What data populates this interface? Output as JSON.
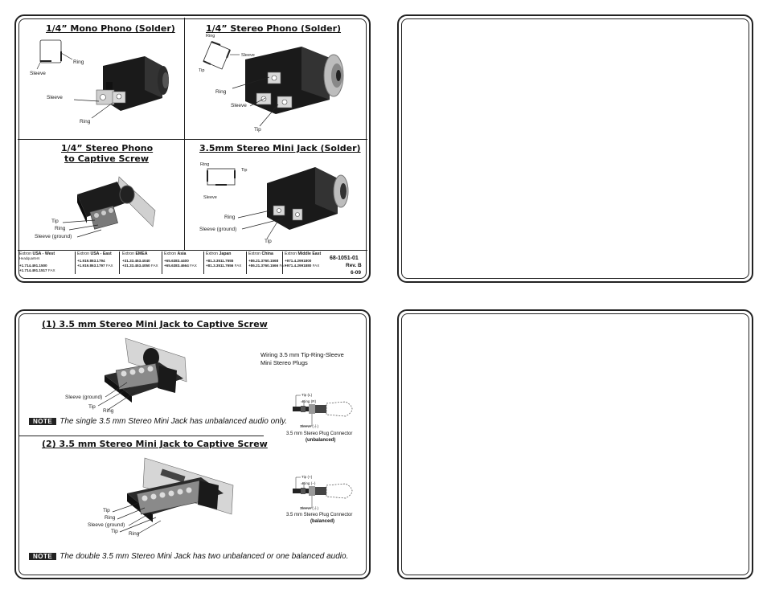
{
  "panel1": {
    "mono": {
      "title": "1/4” Mono Phono (Solder)",
      "diag_ring": "Ring",
      "diag_sleeve": "Sleeve",
      "sleeve": "Sleeve",
      "ring": "Ring"
    },
    "stereo": {
      "title": "1/4” Stereo Phono (Solder)",
      "diag_ring": "Ring",
      "diag_sleeve": "Sleeve",
      "diag_tip": "Tip",
      "ring": "Ring",
      "sleeve": "Sleeve",
      "tip": "Tip"
    },
    "captive": {
      "title_line1": "1/4” Stereo Phono",
      "title_line2": "to Captive Screw",
      "tip": "Tip",
      "ring": "Ring",
      "sleeve_ground": "Sleeve (ground)"
    },
    "mini": {
      "title": "3.5mm Stereo Mini Jack (Solder)",
      "diag_ring": "Ring",
      "diag_tip": "Tip",
      "diag_sleeve": "Sleeve",
      "ring": "Ring",
      "sleeve_ground": "Sleeve (ground)",
      "tip": "Tip"
    },
    "footer": {
      "offices": [
        {
          "brand": "Extron",
          "region": "USA - West",
          "sub": "Headquarters",
          "phone": "+1.714.491.1500",
          "fax": "+1.714.491.1517",
          "fax_label": "FAX"
        },
        {
          "brand": "Extron",
          "region": "USA - East",
          "sub": "",
          "phone": "+1.919.863.1794",
          "fax": "+1.919.863.1797",
          "fax_label": "FAX"
        },
        {
          "brand": "Extron",
          "region": "EMEA",
          "sub": "",
          "phone": "+31.33.453.4040",
          "fax": "+31.33.453.4050",
          "fax_label": "FAX"
        },
        {
          "brand": "Extron",
          "region": "Asia",
          "sub": "",
          "phone": "+65.6383.4400",
          "fax": "+65.6383.4664",
          "fax_label": "FAX"
        },
        {
          "brand": "Extron",
          "region": "Japan",
          "sub": "",
          "phone": "+81.3.3511.7655",
          "fax": "+81.3.3511.7656",
          "fax_label": "FAX"
        },
        {
          "brand": "Extron",
          "region": "China",
          "sub": "",
          "phone": "+86.21.3760.1568",
          "fax": "+86.21.3760.1566",
          "fax_label": "FAX"
        },
        {
          "brand": "Extron",
          "region": "Middle East",
          "sub": "",
          "phone": "+971.4.2991800",
          "fax": "+971.4.2991880",
          "fax_label": "FAX"
        }
      ],
      "part_number": "68-1051-01",
      "rev": "Rev. B",
      "date": "6-09"
    }
  },
  "panel3": {
    "section1_title": "(1) 3.5 mm Stereo Mini Jack to Captive Screw",
    "wiring_line1": "Wiring 3.5 mm Tip-Ring-Sleeve",
    "wiring_line2": "Mini Stereo Plugs",
    "s1_sleeve_ground": "Sleeve (ground)",
    "s1_tip": "Tip",
    "s1_ring": "Ring",
    "plug1_tip": "Tip (L)",
    "plug1_ring": "Ring (R)",
    "plug1_sleeve": "Sleeve (⏚)",
    "plug1_caption": "3.5 mm Stereo Plug Connector",
    "plug1_caption2": "(unbalanced)",
    "note_label": "NOTE",
    "note1": "The single 3.5 mm Stereo Mini Jack has unbalanced audio only.",
    "section2_title": "(2) 3.5 mm Stereo Mini Jack to Captive Screw",
    "s2_tip": "Tip",
    "s2_ring": "Ring",
    "s2_sleeve_ground": "Sleeve (ground)",
    "s2_tip2": "Tip",
    "s2_ring2": "Ring",
    "plug2_tip": "Tip (+)",
    "plug2_ring": "Ring (−)",
    "plug2_sleeve": "Sleeve (⏚)",
    "plug2_caption": "3.5 mm Stereo Plug Connector",
    "plug2_caption2": "(balanced)",
    "note2": "The double 3.5 mm Stereo Mini Jack has two unbalanced or one balanced audio."
  }
}
